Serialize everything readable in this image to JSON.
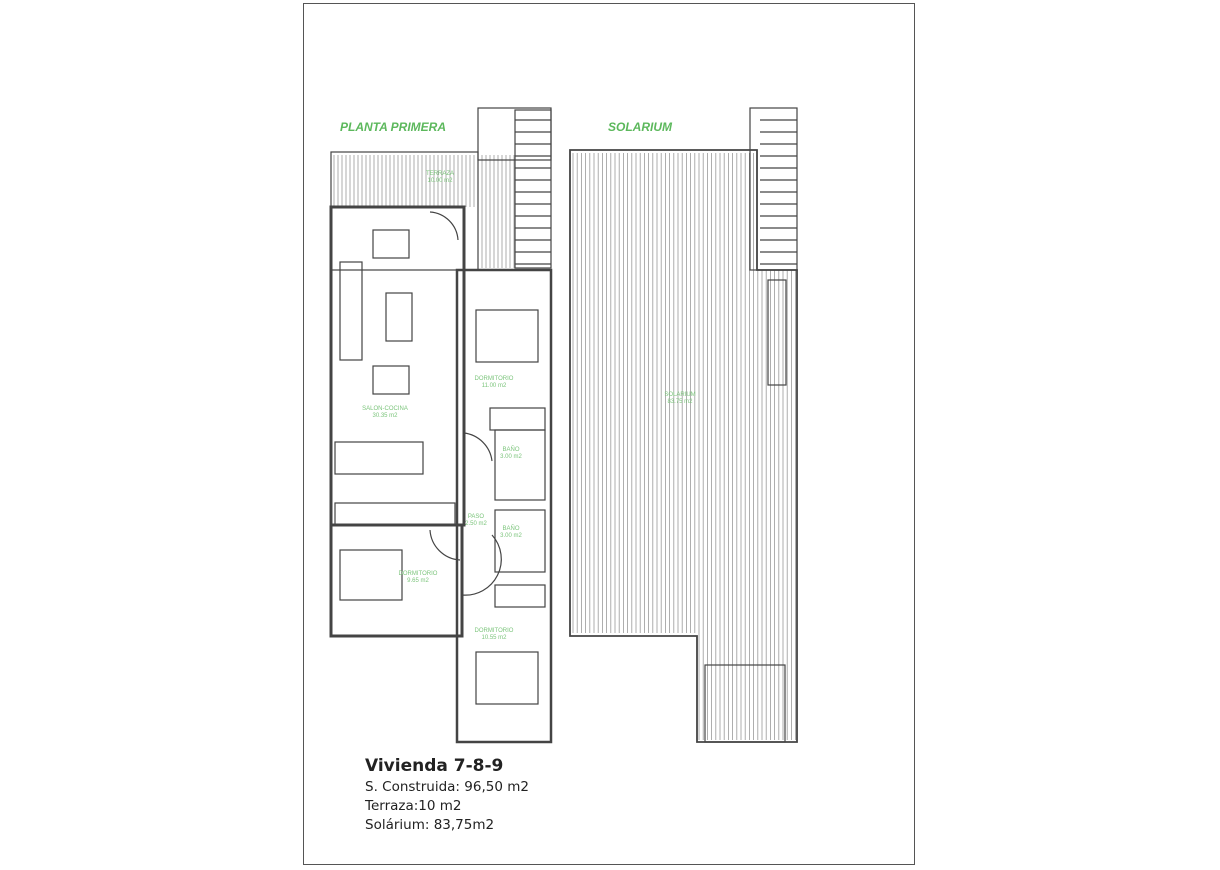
{
  "plans": {
    "first_floor_title": "PLANTA PRIMERA",
    "solarium_title": "SOLARIUM",
    "rooms": [
      {
        "name": "TERRAZA",
        "area": "10.00 m2"
      },
      {
        "name": "SALON-COCINA",
        "area": "30.35 m2"
      },
      {
        "name": "DORMITORIO",
        "area": "11.00 m2"
      },
      {
        "name": "BAÑO",
        "area": "3.00 m2"
      },
      {
        "name": "PASO",
        "area": "2.50 m2"
      },
      {
        "name": "BAÑO",
        "area": "3.00 m2"
      },
      {
        "name": "DORMITORIO",
        "area": "9.65 m2"
      },
      {
        "name": "DORMITORIO",
        "area": "10.55 m2"
      },
      {
        "name": "SOLARIUM",
        "area": "83.75 m2"
      }
    ]
  },
  "caption": {
    "title": "Vivienda 7-8-9",
    "built_area": "S. Construida: 96,50 m2",
    "terrace": "Terraza:10 m2",
    "solarium": "Solárium: 83,75m2"
  },
  "colors": {
    "label_green": "#5cb85c",
    "room_label_green": "#7bc47b",
    "lines": "#444444"
  }
}
